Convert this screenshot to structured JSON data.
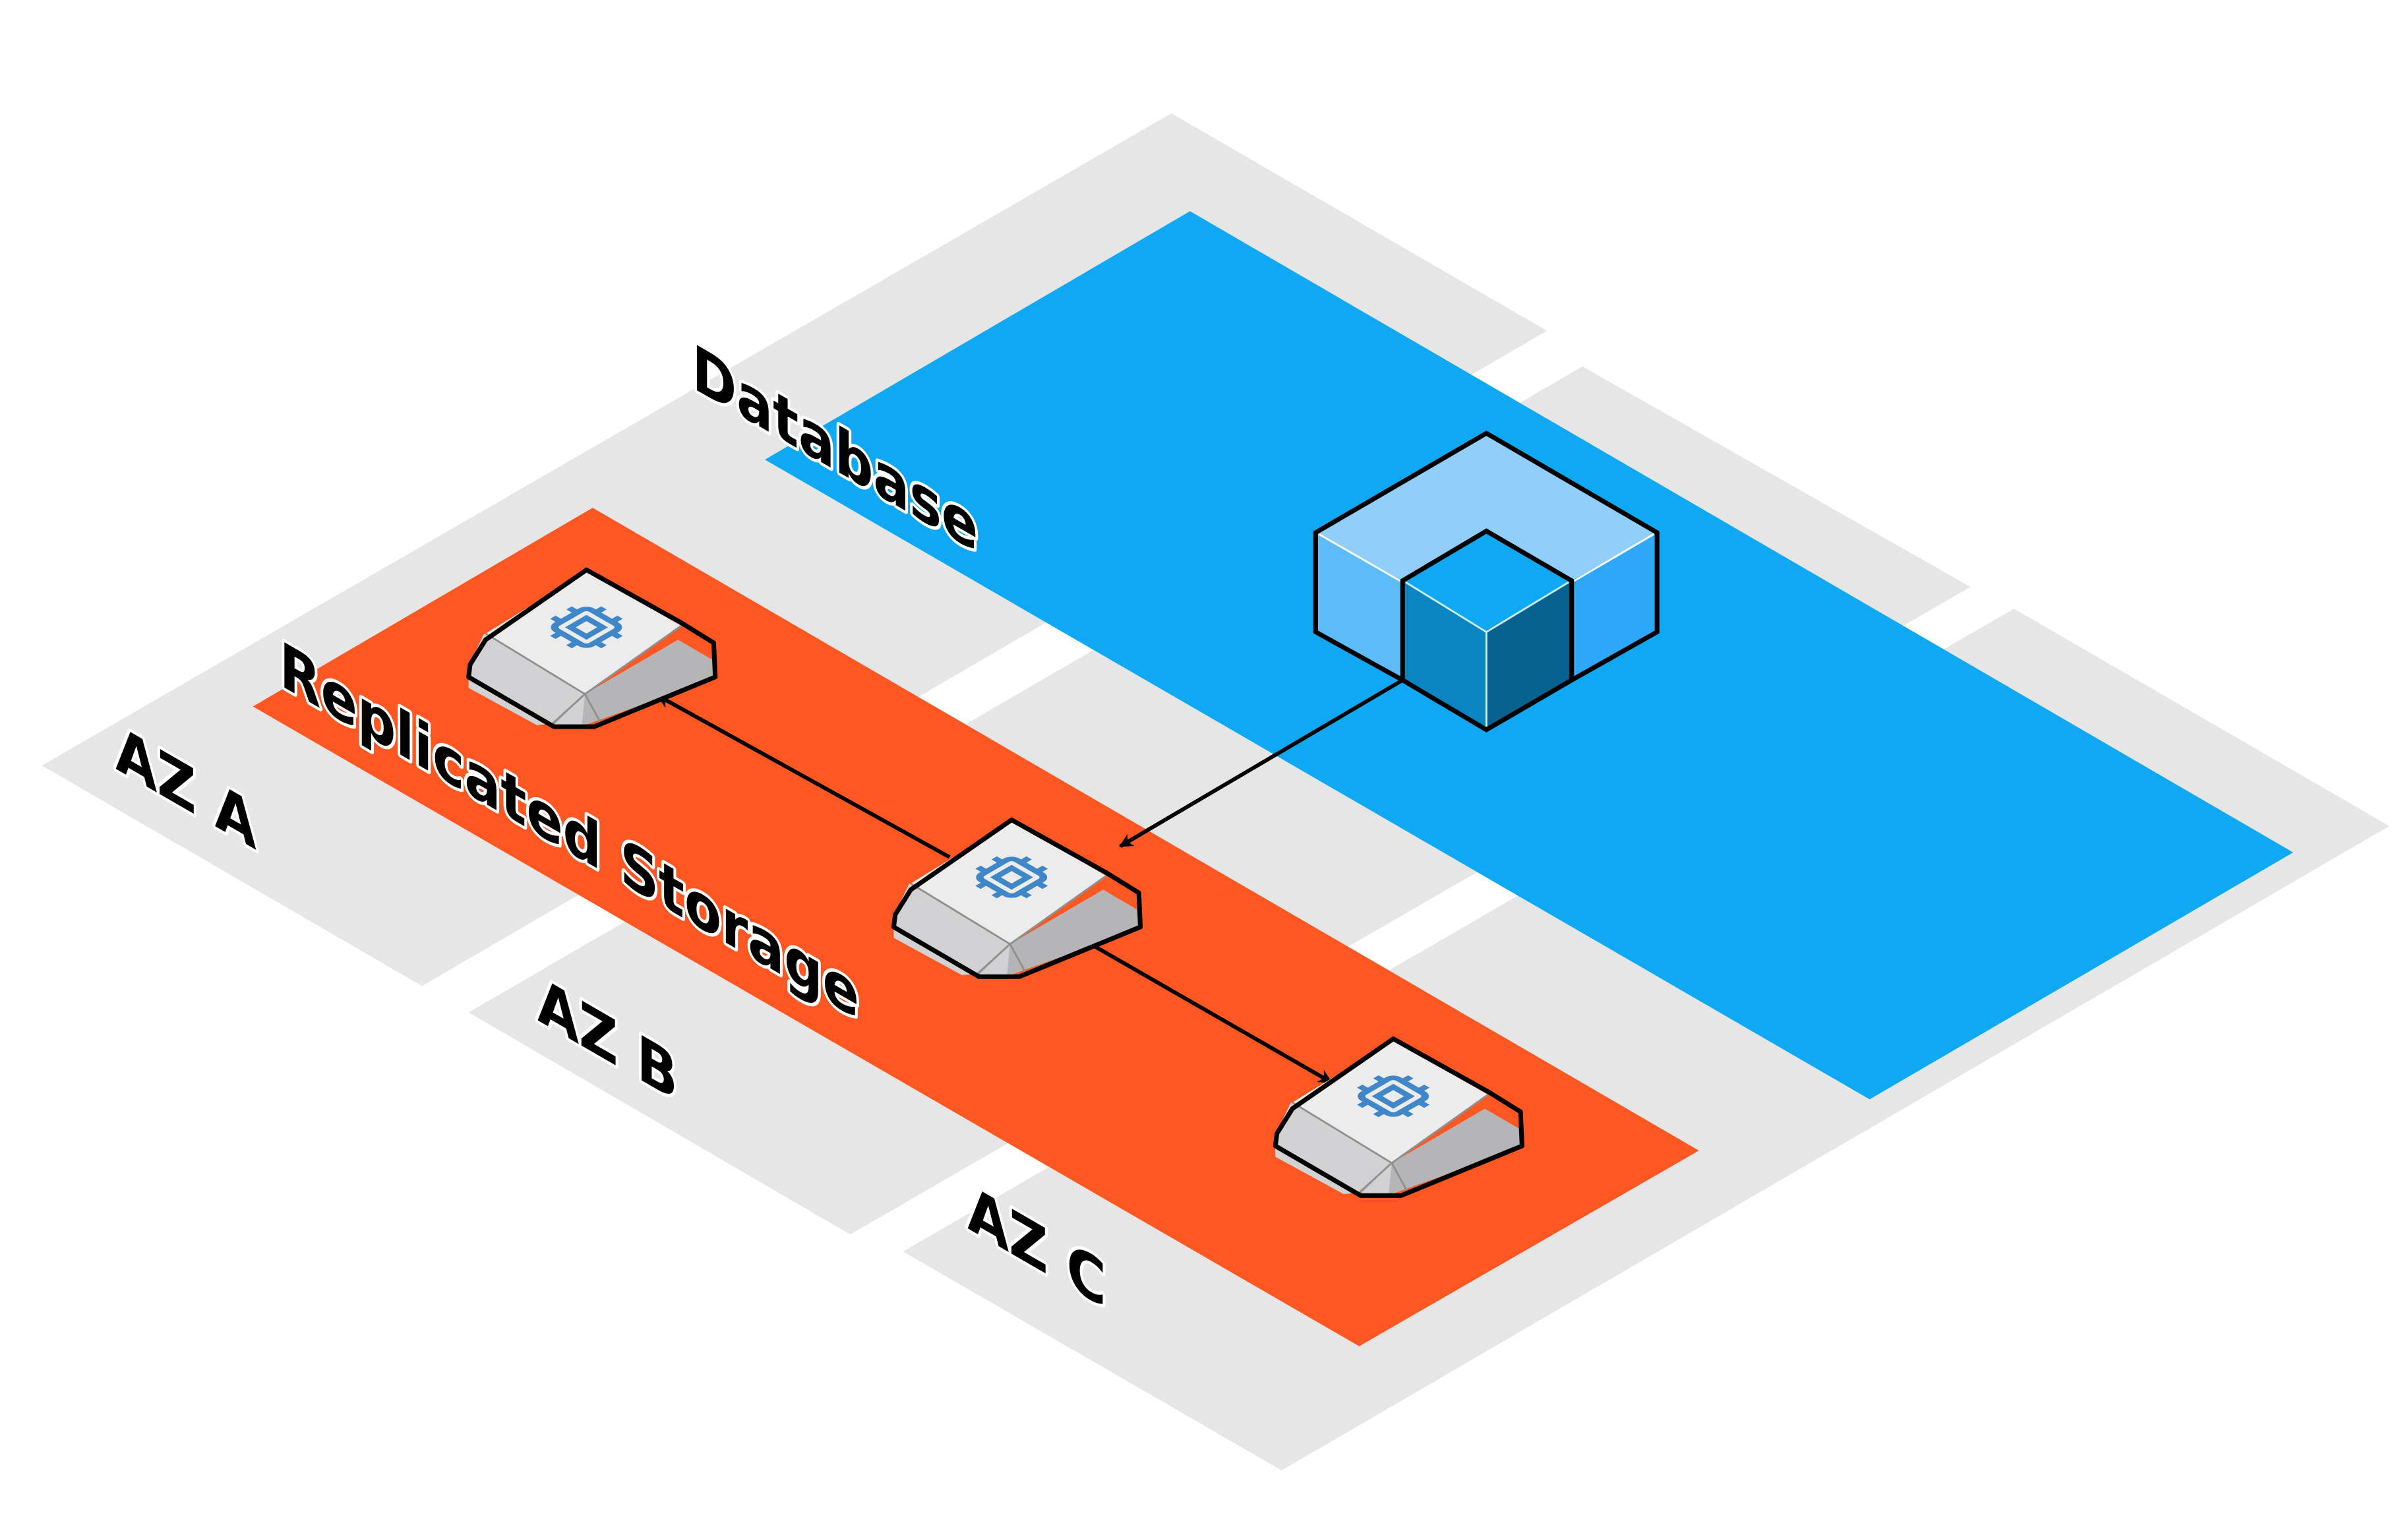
{
  "title": "Replicated storage across availability zones",
  "colors": {
    "az_plate": "#e6e6e6",
    "database_zone": "#0ea9f2",
    "storage_zone": "#ff5722",
    "cube_top": "#91cffa",
    "cube_left": "#5dbbf8",
    "cube_right": "#2ea8f9",
    "inner_top": "#0ea9f2",
    "inner_left": "#0a85c2",
    "inner_right": "#07628f",
    "node_top": "#ececec",
    "node_side_light": "#d2d2d4",
    "node_side_dark": "#b5b5b7",
    "chip_icon": "#3f87c8"
  },
  "availability_zones": [
    {
      "id": "az-a",
      "label": "AZ A"
    },
    {
      "id": "az-b",
      "label": "AZ B"
    },
    {
      "id": "az-c",
      "label": "AZ C"
    }
  ],
  "zones": {
    "database": {
      "label": "Database"
    },
    "storage": {
      "label": "Replicated Storage"
    }
  },
  "nodes": [
    {
      "id": "database",
      "type": "database-cube",
      "icon": "database-cube-icon"
    },
    {
      "id": "storage-a",
      "type": "storage-node",
      "icon": "chip-icon",
      "az": "AZ A"
    },
    {
      "id": "storage-b",
      "type": "storage-node",
      "icon": "chip-icon",
      "az": "AZ B"
    },
    {
      "id": "storage-c",
      "type": "storage-node",
      "icon": "chip-icon",
      "az": "AZ C"
    }
  ],
  "edges": [
    {
      "from": "database",
      "to": "storage-b"
    },
    {
      "from": "storage-b",
      "to": "storage-a"
    },
    {
      "from": "storage-b",
      "to": "storage-c"
    }
  ]
}
